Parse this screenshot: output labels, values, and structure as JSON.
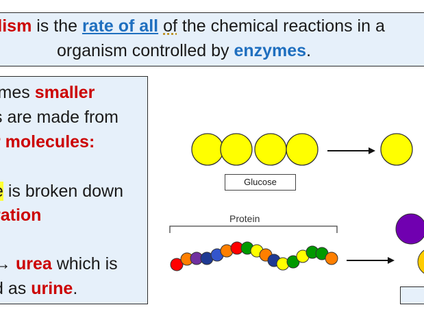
{
  "banner": {
    "part1": "olism",
    "part2": " is the ",
    "part3": "rate of all",
    "part4": " ",
    "part5": "of",
    "part6": " the chemical reactions in a",
    "line2_part1": "organism controlled by ",
    "line2_part2": "enzymes",
    "line2_part3": "."
  },
  "left_box": {
    "l1a": "imes ",
    "l1b": "smaller",
    "l2": "s are made from",
    "l3": "r molecules:",
    "l4a": "e",
    "l4b": " is broken down",
    "l5": "ration",
    "l6a": "→ ",
    "l6b": "urea",
    "l6c": " which is",
    "l7a": "d as ",
    "l7b": "urine",
    "l7c": "."
  },
  "diagram": {
    "glucose_label": "Glucose",
    "protein_label": "Protein"
  },
  "colors": {
    "red": "#cc0000",
    "blue": "#1f6fbf",
    "box_bg": "#e6f0fa",
    "glucose": "#ffff00"
  }
}
